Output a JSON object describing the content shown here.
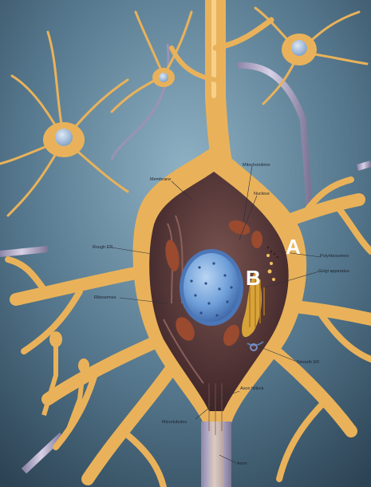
{
  "labels": {
    "membrane": "Membrane",
    "mitochondrion": "Mitochondrion",
    "nucleus": "Nucleus",
    "rough_er": "Rough ER",
    "polyribosomes": "Polyribosomes",
    "golgi_apparatus": "Golgi apparatus",
    "ribosomes": "Ribosomes",
    "smooth_er": "Smooth ER",
    "axon_hillock": "Axon hillock",
    "microtubules": "Microtubules",
    "axon": "Axon",
    "marker_a": "A",
    "marker_b": "B"
  },
  "colors": {
    "background": "#4f6f86",
    "neuron_body": "#e9b25a",
    "neuron_highlight": "#f7d08a",
    "cytoplasm": "#5a3a3a",
    "nucleus": "#6f9fd8",
    "mitochondria": "#9a4a2e",
    "golgi": "#d8a43a",
    "myelin": "#b9a9c9"
  }
}
